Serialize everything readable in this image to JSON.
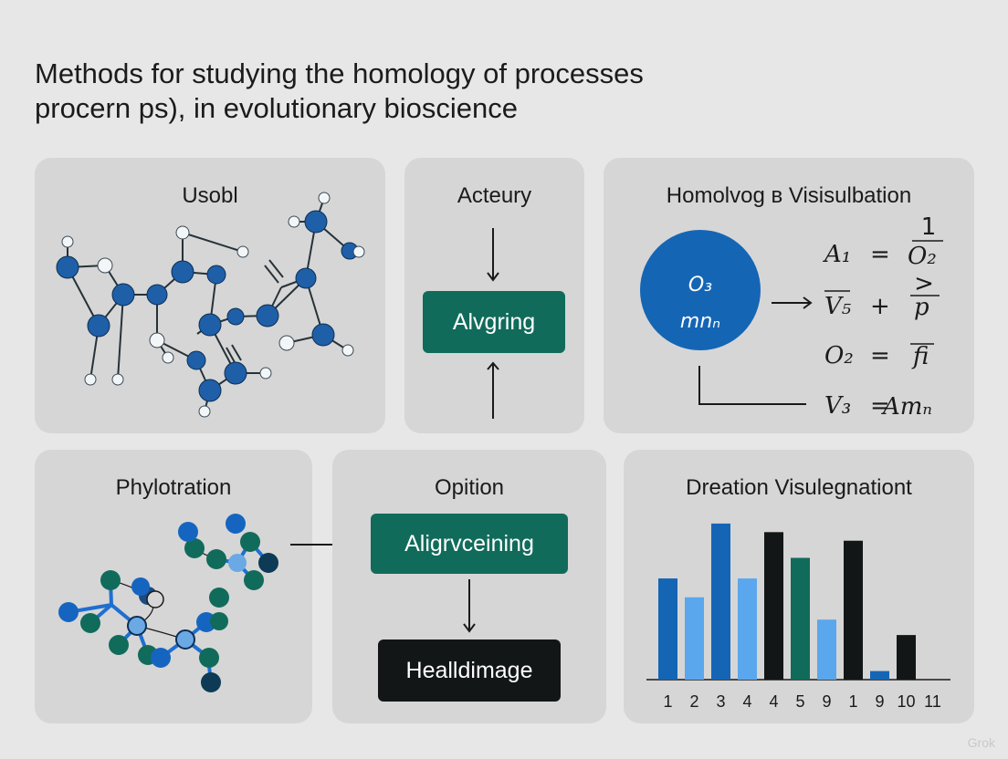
{
  "title": {
    "line1": "Methods for studying the homology of processes",
    "line2": "procern ps), in evolutionary bioscience"
  },
  "panels": {
    "molecule": {
      "title": "Usobl"
    },
    "alignment": {
      "title": "Acteury",
      "box_label": "Alvgring"
    },
    "homology": {
      "title": "Homolvog ʙ Visisulbation",
      "circle_line1": "O₃",
      "circle_line2": "mnₙ",
      "equations": [
        {
          "lhs": "A₁",
          "op": "=",
          "rhs": "O₂",
          "over": "1"
        },
        {
          "lhs": "V₅",
          "op": "+",
          "rhs": "p",
          "over": ">"
        },
        {
          "lhs": "O₂",
          "op": "=",
          "rhs": "fi",
          "over": ""
        },
        {
          "lhs": "V₃",
          "op": "=",
          "rhs": "Amₙ",
          "over": ""
        }
      ]
    },
    "phylo": {
      "title": "Phylotration"
    },
    "option": {
      "title": "Opition",
      "box1_label": "Aligrvceining",
      "box2_label": "Healldimage"
    },
    "chart": {
      "title": "Dreation Visulegnationt"
    }
  },
  "chart_data": {
    "type": "bar",
    "title": "Dreation Visulegnationt",
    "categories": [
      "1",
      "2",
      "3",
      "4",
      "4",
      "5",
      "9",
      "1",
      "9",
      "10",
      "11"
    ],
    "values": [
      5.9,
      4.8,
      9.1,
      5.9,
      8.6,
      7.1,
      3.5,
      8.1,
      0.5,
      2.6,
      null
    ],
    "bar_colors": [
      "#1565b5",
      "#5aa7ee",
      "#1565b5",
      "#5aa7ee",
      "#121616",
      "#116b5b",
      "#5aa7ee",
      "#121616",
      "#1565b5",
      "#121616",
      null
    ],
    "ylim": [
      0,
      10
    ]
  },
  "colors": {
    "blue": "#1565b5",
    "light_blue": "#5aa7ee",
    "green": "#116b5b",
    "dark": "#121616",
    "panel": "#d6d6d6",
    "background": "#e7e7e7"
  },
  "watermark": "Grok"
}
